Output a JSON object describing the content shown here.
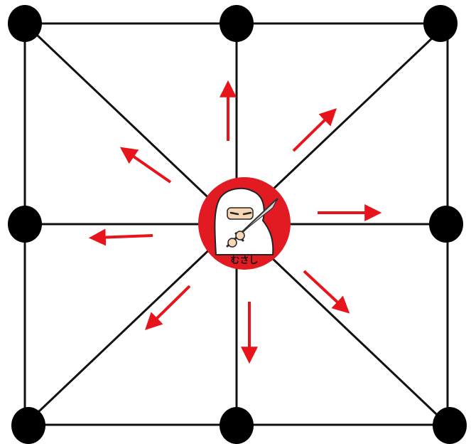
{
  "game": {
    "type": "board-game",
    "grid": "3x3",
    "colors": {
      "line": "#111111",
      "node": "#000000",
      "arrow": "#e8141b",
      "piece_ring": "#e21a22",
      "piece_face": "#ffffff"
    },
    "pieces": [
      {
        "name": "musashi",
        "caption": "むさし",
        "point": "center",
        "icon": "ninja-with-sword-icon"
      }
    ],
    "nodes": [
      {
        "point": "top-left"
      },
      {
        "point": "top-center"
      },
      {
        "point": "top-right"
      },
      {
        "point": "middle-left"
      },
      {
        "point": "middle-right"
      },
      {
        "point": "bottom-left"
      },
      {
        "point": "bottom-center"
      },
      {
        "point": "bottom-right"
      }
    ],
    "move_arrows": [
      {
        "direction": "up"
      },
      {
        "direction": "up-right"
      },
      {
        "direction": "right"
      },
      {
        "direction": "down-right"
      },
      {
        "direction": "down"
      },
      {
        "direction": "down-left"
      },
      {
        "direction": "left"
      },
      {
        "direction": "up-left"
      }
    ]
  }
}
